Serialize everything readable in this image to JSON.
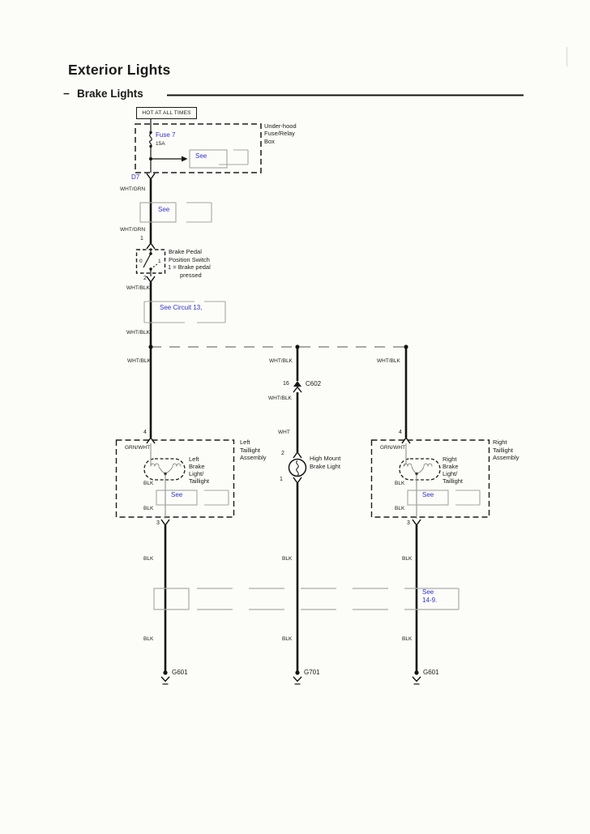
{
  "header": {
    "title": "Exterior Lights",
    "dash": "−",
    "subtitle": "Brake Lights"
  },
  "power": {
    "hot": "HOT AT ALL TIMES",
    "fuse": "Fuse 7",
    "rating": "15A",
    "box": [
      "Under-hood",
      "Fuse/Relay",
      "Box"
    ],
    "connector": "D7"
  },
  "links": {
    "see": "See",
    "see_circuit": "See Circuit 13,",
    "see_ground_1": "See",
    "see_ground_2": "14-9."
  },
  "wire": {
    "wht_grn": "WHT/GRN",
    "wht_blk": "WHT/BLK",
    "grn_wht": "GRN/WHT",
    "wht": "WHT",
    "blk": "BLK"
  },
  "switch": {
    "pin_in": "1",
    "pin_out": "2",
    "pos_open": "0",
    "pos_closed": "1",
    "label": [
      "Brake Pedal",
      "Position Switch",
      "1 = Brake pedal",
      "pressed"
    ]
  },
  "c602": {
    "pin": "16",
    "name": "C602"
  },
  "high_mount": {
    "pin_top": "2",
    "pin_bottom": "1",
    "label": [
      "High Mount",
      "Brake Light"
    ]
  },
  "left_assembly": {
    "pin_in": "4",
    "pin_out": "3",
    "see": "See",
    "assembly": [
      "Left",
      "Taillight",
      "Assembly"
    ],
    "bulb": [
      "Left",
      "Brake",
      "Light/",
      "Taillight"
    ]
  },
  "right_assembly": {
    "pin_in": "4",
    "pin_out": "3",
    "see": "See",
    "assembly": [
      "Right",
      "Taillight",
      "Assembly"
    ],
    "bulb": [
      "Right",
      "Brake",
      "Light/",
      "Taillight"
    ]
  },
  "grounds": {
    "left": "G601",
    "middle": "G701",
    "right": "G601"
  },
  "colors": {
    "link_blue": "#3232cc",
    "diagram_black": "#141414",
    "reference_gray": "#a6a6a6"
  }
}
